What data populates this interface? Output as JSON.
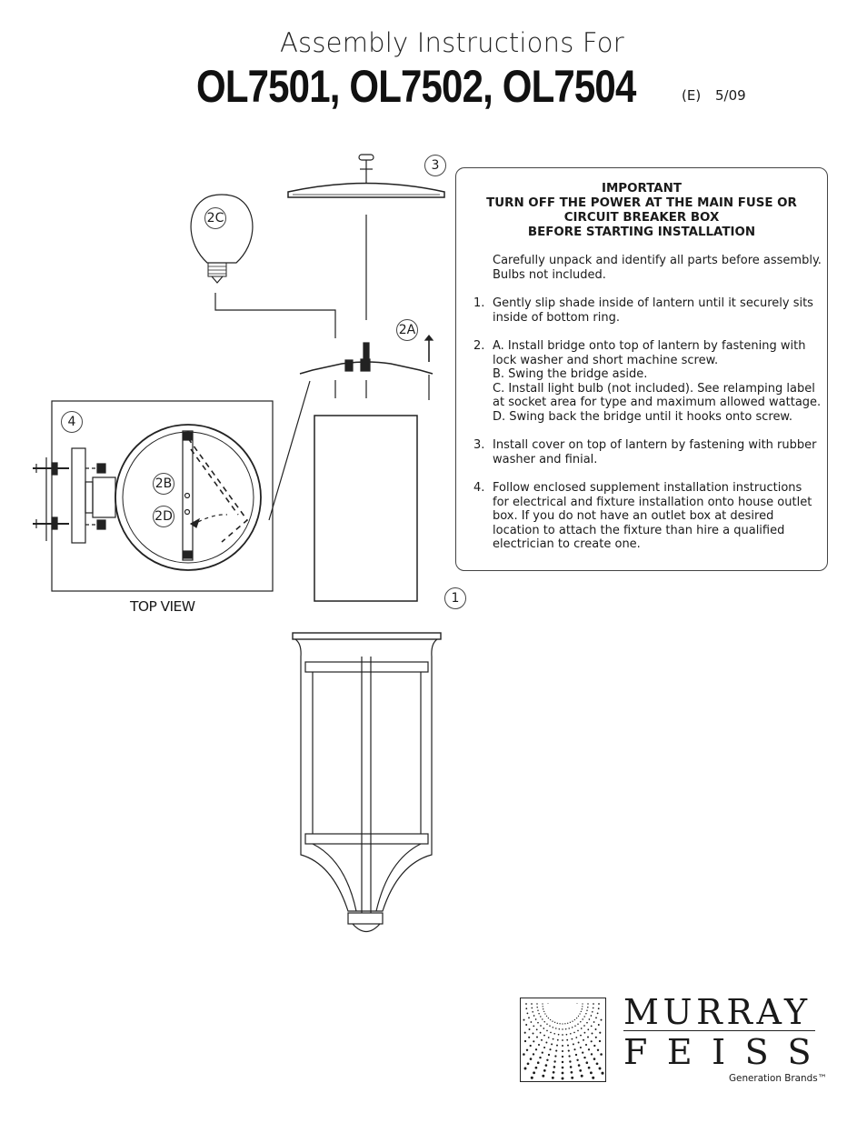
{
  "header": {
    "title": "Assembly Instructions For",
    "models": "OL7501, OL7502, OL7504",
    "revision": "(E)",
    "date": "5/09"
  },
  "notice": {
    "heading_lines": [
      "IMPORTANT",
      "TURN OFF THE POWER AT THE MAIN FUSE OR",
      "CIRCUIT BREAKER BOX",
      "BEFORE STARTING INSTALLATION"
    ],
    "intro_lines": [
      "Carefully unpack and identify all parts before assembly.",
      "Bulbs not included."
    ],
    "steps": [
      {
        "number": "1.",
        "lines": [
          "Gently slip shade inside of lantern until it securely sits",
          "inside of bottom ring."
        ]
      },
      {
        "number": "2.",
        "lines": [
          "A.  Install bridge onto top of lantern by fastening with",
          "lock washer and short machine screw.",
          "B.  Swing the bridge aside.",
          "C.  Install light bulb (not included).  See relamping label",
          "at socket area for type and maximum allowed wattage.",
          "D.  Swing back the bridge until it hooks onto screw."
        ]
      },
      {
        "number": "3.",
        "lines": [
          "Install cover on top of lantern by fastening with rubber",
          "washer and finial."
        ]
      },
      {
        "number": "4.",
        "lines": [
          "Follow enclosed supplement installation instructions",
          "for electrical and fixture installation onto house outlet",
          "box. If you do not have an outlet box at desired",
          "location to attach the fixture than hire a qualified",
          "electrician to create one."
        ]
      }
    ]
  },
  "diagram": {
    "callouts": {
      "c1": "1",
      "c2a": "2A",
      "c2b": "2B",
      "c2c": "2C",
      "c2d": "2D",
      "c3": "3",
      "c4": "4"
    },
    "top_view_label": "TOP VIEW"
  },
  "brand": {
    "line1": "MURRAY",
    "line2": "FEISS",
    "sub": "Generation Brands™"
  },
  "colors": {
    "ink": "#1a1a1a",
    "paper": "#ffffff"
  }
}
